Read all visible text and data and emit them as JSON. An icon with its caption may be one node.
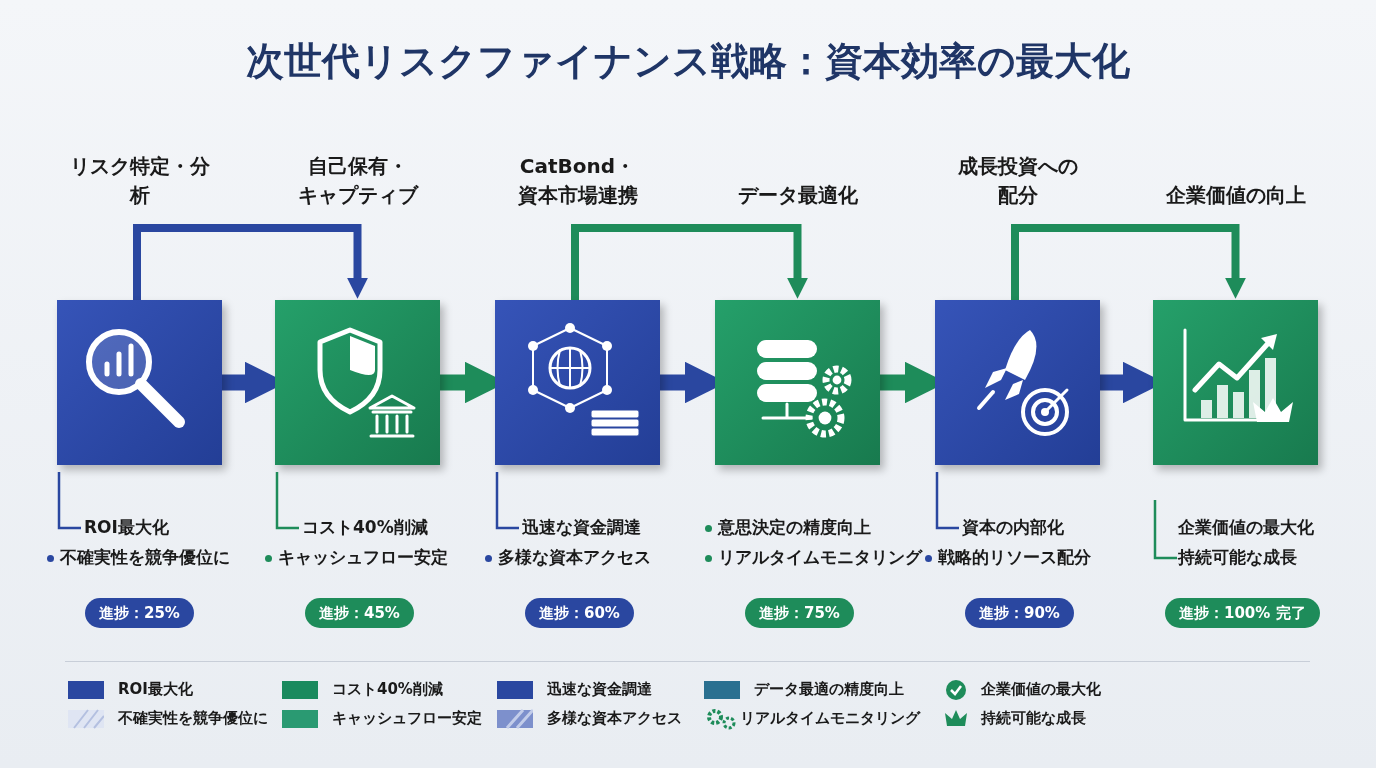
{
  "diagram": {
    "title": "次世代リスクファイナンス戦略：資本効率の最大化",
    "nodes": [
      {
        "text": [
          "リスク特定・分析"
        ],
        "beside": [
          "ROI最大化",
          "不確実性を競争優位に"
        ]
      },
      {
        "text": [
          "自己保有・キャプティブ"
        ],
        "beside": [
          "コスト40%削減",
          "キャッシュフロー安定"
        ]
      },
      {
        "text": [
          "CatBond・資本市場連携"
        ],
        "beside": [
          "迅速な資金調達",
          "多様な資本アクセス"
        ]
      },
      {
        "text": [
          "データ最適化"
        ],
        "beside": [
          "意思決定の精度向上",
          "リアルタイムモニタリング"
        ]
      },
      {
        "text": [
          "成長投資への配分"
        ],
        "beside": [
          "資本の内部化",
          "戦略的リソース配分"
        ]
      },
      {
        "text": [
          "企業価値の向上"
        ],
        "beside": [
          "企業価値の最大化",
          "持続可能な成長"
        ]
      },
      {
        "text": [
          "進捗：25%"
        ]
      },
      {
        "text": [
          "進捗：45%"
        ]
      },
      {
        "text": [
          "進捗：60%"
        ]
      },
      {
        "text": [
          "進捗：75%"
        ]
      },
      {
        "text": [
          "進捗：90%"
        ]
      },
      {
        "text": [
          "進捗：100% 完了"
        ]
      }
    ],
    "edges": [
      {
        "from": 0,
        "to": 1,
        "arrow": "to"
      },
      {
        "from": 1,
        "to": 2,
        "arrow": "to",
        "color": "#1e8c5a"
      },
      {
        "from": 2,
        "to": 3,
        "arrow": "to"
      },
      {
        "from": 3,
        "to": 4,
        "arrow": "to",
        "color": "#1e8c5a"
      },
      {
        "from": 4,
        "to": 5,
        "arrow": "to"
      },
      {
        "from": 0,
        "to": 1,
        "arrow": "to"
      },
      {
        "from": 2,
        "to": 3,
        "arrow": "to",
        "color": "#1e8c5a"
      },
      {
        "from": 4,
        "to": 5,
        "arrow": "to",
        "color": "#1e8c5a"
      }
    ],
    "legend": [
      {
        "text": "ROI最大化",
        "color": "#2a47a0"
      },
      {
        "text": "不確実性を競争優位に"
      },
      {
        "text": "コスト40%削減",
        "color": "#1a8a5e"
      },
      {
        "text": "キャッシュフロー安定",
        "color": "#2a9a72"
      },
      {
        "text": "迅速な資金調達",
        "color": "#2a47a0"
      },
      {
        "text": "多様な資本アクセス"
      },
      {
        "text": "データ最適の精度向上",
        "color": "#2a7090"
      },
      {
        "text": "リアルタイムモニタリング"
      },
      {
        "text": "企業価値の最大化"
      },
      {
        "text": "持続可能な成長"
      }
    ]
  }
}
